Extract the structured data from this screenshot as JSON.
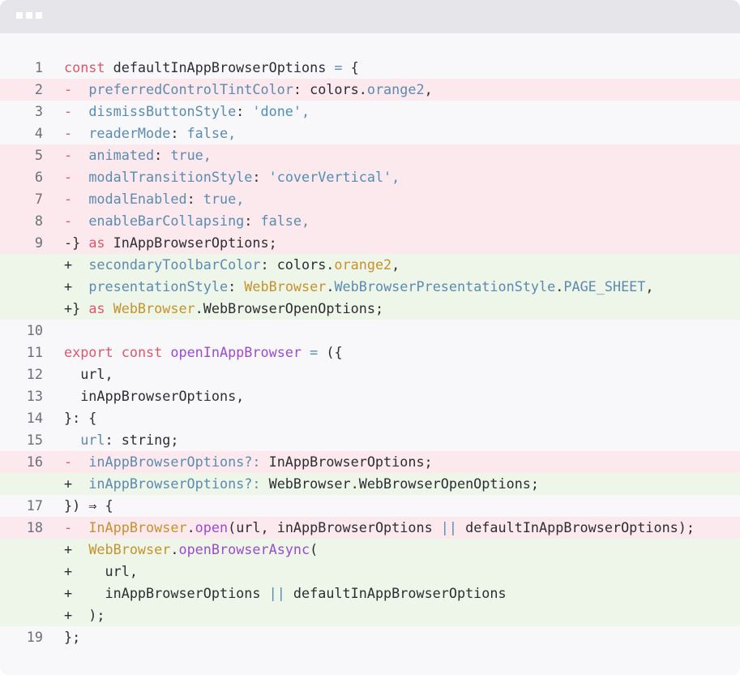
{
  "colors": {
    "window_bg": "#f8f8fb",
    "titlebar_bg": "#e6e6ea",
    "removed_bg": "#fbe9ee",
    "added_bg": "#eef5e9",
    "keyword": "#e0566b",
    "property": "#5b8bb0",
    "type": "#c7922b",
    "function": "#9b4bd0"
  },
  "window": {
    "dots": [
      "dot",
      "dot",
      "dot"
    ]
  },
  "lines": [
    {
      "num": "1",
      "kind": "ctx",
      "tokens": [
        {
          "t": "const ",
          "c": "k"
        },
        {
          "t": "defaultInAppBrowserOptions ",
          "c": "pl"
        },
        {
          "t": "= ",
          "c": "p"
        },
        {
          "t": "{",
          "c": "pl"
        }
      ]
    },
    {
      "num": "2",
      "kind": "del",
      "tokens": [
        {
          "t": "-  ",
          "c": "k"
        },
        {
          "t": "preferredControlTintColor",
          "c": "p"
        },
        {
          "t": ": colors.",
          "c": "pl"
        },
        {
          "t": "orange2",
          "c": "p"
        },
        {
          "t": ",",
          "c": "pl"
        }
      ]
    },
    {
      "num": "3",
      "kind": "ctx",
      "tokens": [
        {
          "t": "-  ",
          "c": "k"
        },
        {
          "t": "dismissButtonStyle",
          "c": "p"
        },
        {
          "t": ": ",
          "c": "pl"
        },
        {
          "t": "'done'",
          "c": "s"
        },
        {
          "t": ",",
          "c": "p"
        }
      ]
    },
    {
      "num": "4",
      "kind": "ctx",
      "tokens": [
        {
          "t": "-  ",
          "c": "k"
        },
        {
          "t": "readerMode",
          "c": "p"
        },
        {
          "t": ": ",
          "c": "pl"
        },
        {
          "t": "false,",
          "c": "p"
        }
      ]
    },
    {
      "num": "5",
      "kind": "del",
      "tokens": [
        {
          "t": "-  ",
          "c": "k"
        },
        {
          "t": "animated",
          "c": "p"
        },
        {
          "t": ": ",
          "c": "pl"
        },
        {
          "t": "true,",
          "c": "p"
        }
      ]
    },
    {
      "num": "6",
      "kind": "del",
      "tokens": [
        {
          "t": "-  ",
          "c": "k"
        },
        {
          "t": "modalTransitionStyle",
          "c": "p"
        },
        {
          "t": ": ",
          "c": "pl"
        },
        {
          "t": "'coverVertical'",
          "c": "s"
        },
        {
          "t": ",",
          "c": "p"
        }
      ]
    },
    {
      "num": "7",
      "kind": "del",
      "tokens": [
        {
          "t": "-  ",
          "c": "k"
        },
        {
          "t": "modalEnabled",
          "c": "p"
        },
        {
          "t": ": ",
          "c": "pl"
        },
        {
          "t": "true,",
          "c": "p"
        }
      ]
    },
    {
      "num": "8",
      "kind": "del",
      "tokens": [
        {
          "t": "-  ",
          "c": "k"
        },
        {
          "t": "enableBarCollapsing",
          "c": "p"
        },
        {
          "t": ": ",
          "c": "pl"
        },
        {
          "t": "false,",
          "c": "p"
        }
      ]
    },
    {
      "num": "9",
      "kind": "del",
      "tokens": [
        {
          "t": "-} ",
          "c": "pl"
        },
        {
          "t": "as ",
          "c": "k"
        },
        {
          "t": "InAppBrowserOptions;",
          "c": "pl"
        }
      ]
    },
    {
      "num": "",
      "kind": "add",
      "tokens": [
        {
          "t": "+  ",
          "c": "pl"
        },
        {
          "t": "secondaryToolbarColor",
          "c": "p"
        },
        {
          "t": ": colors.",
          "c": "pl"
        },
        {
          "t": "orange2",
          "c": "t"
        },
        {
          "t": ",",
          "c": "pl"
        }
      ]
    },
    {
      "num": "",
      "kind": "add",
      "tokens": [
        {
          "t": "+  ",
          "c": "pl"
        },
        {
          "t": "presentationStyle",
          "c": "p"
        },
        {
          "t": ": ",
          "c": "pl"
        },
        {
          "t": "WebBrowser",
          "c": "t"
        },
        {
          "t": ".",
          "c": "pl"
        },
        {
          "t": "WebBrowserPresentationStyle",
          "c": "p"
        },
        {
          "t": ".",
          "c": "pl"
        },
        {
          "t": "PAGE_SHEET",
          "c": "p"
        },
        {
          "t": ",",
          "c": "pl"
        }
      ]
    },
    {
      "num": "",
      "kind": "add",
      "tokens": [
        {
          "t": "+} ",
          "c": "pl"
        },
        {
          "t": "as ",
          "c": "k"
        },
        {
          "t": "WebBrowser",
          "c": "t"
        },
        {
          "t": ".WebBrowserOpenOptions;",
          "c": "pl"
        }
      ]
    },
    {
      "num": "10",
      "kind": "ctx",
      "tokens": []
    },
    {
      "num": "11",
      "kind": "ctx",
      "tokens": [
        {
          "t": "export ",
          "c": "k"
        },
        {
          "t": "const ",
          "c": "k"
        },
        {
          "t": "openInAppBrowser ",
          "c": "f"
        },
        {
          "t": "= ",
          "c": "p"
        },
        {
          "t": "({",
          "c": "pl"
        }
      ]
    },
    {
      "num": "12",
      "kind": "ctx",
      "tokens": [
        {
          "t": "  url,",
          "c": "pl"
        }
      ]
    },
    {
      "num": "13",
      "kind": "ctx",
      "tokens": [
        {
          "t": "  inAppBrowserOptions,",
          "c": "pl"
        }
      ]
    },
    {
      "num": "14",
      "kind": "ctx",
      "tokens": [
        {
          "t": "}: {",
          "c": "pl"
        }
      ]
    },
    {
      "num": "15",
      "kind": "ctx",
      "tokens": [
        {
          "t": "  ",
          "c": "pl"
        },
        {
          "t": "url",
          "c": "p"
        },
        {
          "t": ": string;",
          "c": "pl"
        }
      ]
    },
    {
      "num": "16",
      "kind": "del",
      "tokens": [
        {
          "t": "-  ",
          "c": "k"
        },
        {
          "t": "inAppBrowserOptions",
          "c": "p"
        },
        {
          "t": "?: ",
          "c": "p"
        },
        {
          "t": "InAppBrowserOptions;",
          "c": "pl"
        }
      ]
    },
    {
      "num": "",
      "kind": "add",
      "tokens": [
        {
          "t": "+  ",
          "c": "pl"
        },
        {
          "t": "inAppBrowserOptions",
          "c": "p"
        },
        {
          "t": "?: ",
          "c": "p"
        },
        {
          "t": "WebBrowser.WebBrowserOpenOptions;",
          "c": "pl"
        }
      ]
    },
    {
      "num": "17",
      "kind": "ctx",
      "tokens": [
        {
          "t": "}) ⇒ {",
          "c": "pl"
        }
      ]
    },
    {
      "num": "18",
      "kind": "del",
      "tokens": [
        {
          "t": "-  ",
          "c": "k"
        },
        {
          "t": "InAppBrowser",
          "c": "t"
        },
        {
          "t": ".",
          "c": "pl"
        },
        {
          "t": "open",
          "c": "f"
        },
        {
          "t": "(url, inAppBrowserOptions ",
          "c": "pl"
        },
        {
          "t": "||",
          "c": "p"
        },
        {
          "t": " defaultInAppBrowserOptions);",
          "c": "pl"
        }
      ]
    },
    {
      "num": "",
      "kind": "add",
      "tokens": [
        {
          "t": "+  ",
          "c": "pl"
        },
        {
          "t": "WebBrowser",
          "c": "t"
        },
        {
          "t": ".",
          "c": "pl"
        },
        {
          "t": "openBrowserAsync",
          "c": "f"
        },
        {
          "t": "(",
          "c": "pl"
        }
      ]
    },
    {
      "num": "",
      "kind": "add",
      "tokens": [
        {
          "t": "+    url,",
          "c": "pl"
        }
      ]
    },
    {
      "num": "",
      "kind": "add",
      "tokens": [
        {
          "t": "+    inAppBrowserOptions ",
          "c": "pl"
        },
        {
          "t": "||",
          "c": "p"
        },
        {
          "t": " defaultInAppBrowserOptions",
          "c": "pl"
        }
      ]
    },
    {
      "num": "",
      "kind": "add",
      "tokens": [
        {
          "t": "+  );",
          "c": "pl"
        }
      ]
    },
    {
      "num": "19",
      "kind": "ctx",
      "tokens": [
        {
          "t": "};",
          "c": "pl"
        }
      ]
    }
  ]
}
